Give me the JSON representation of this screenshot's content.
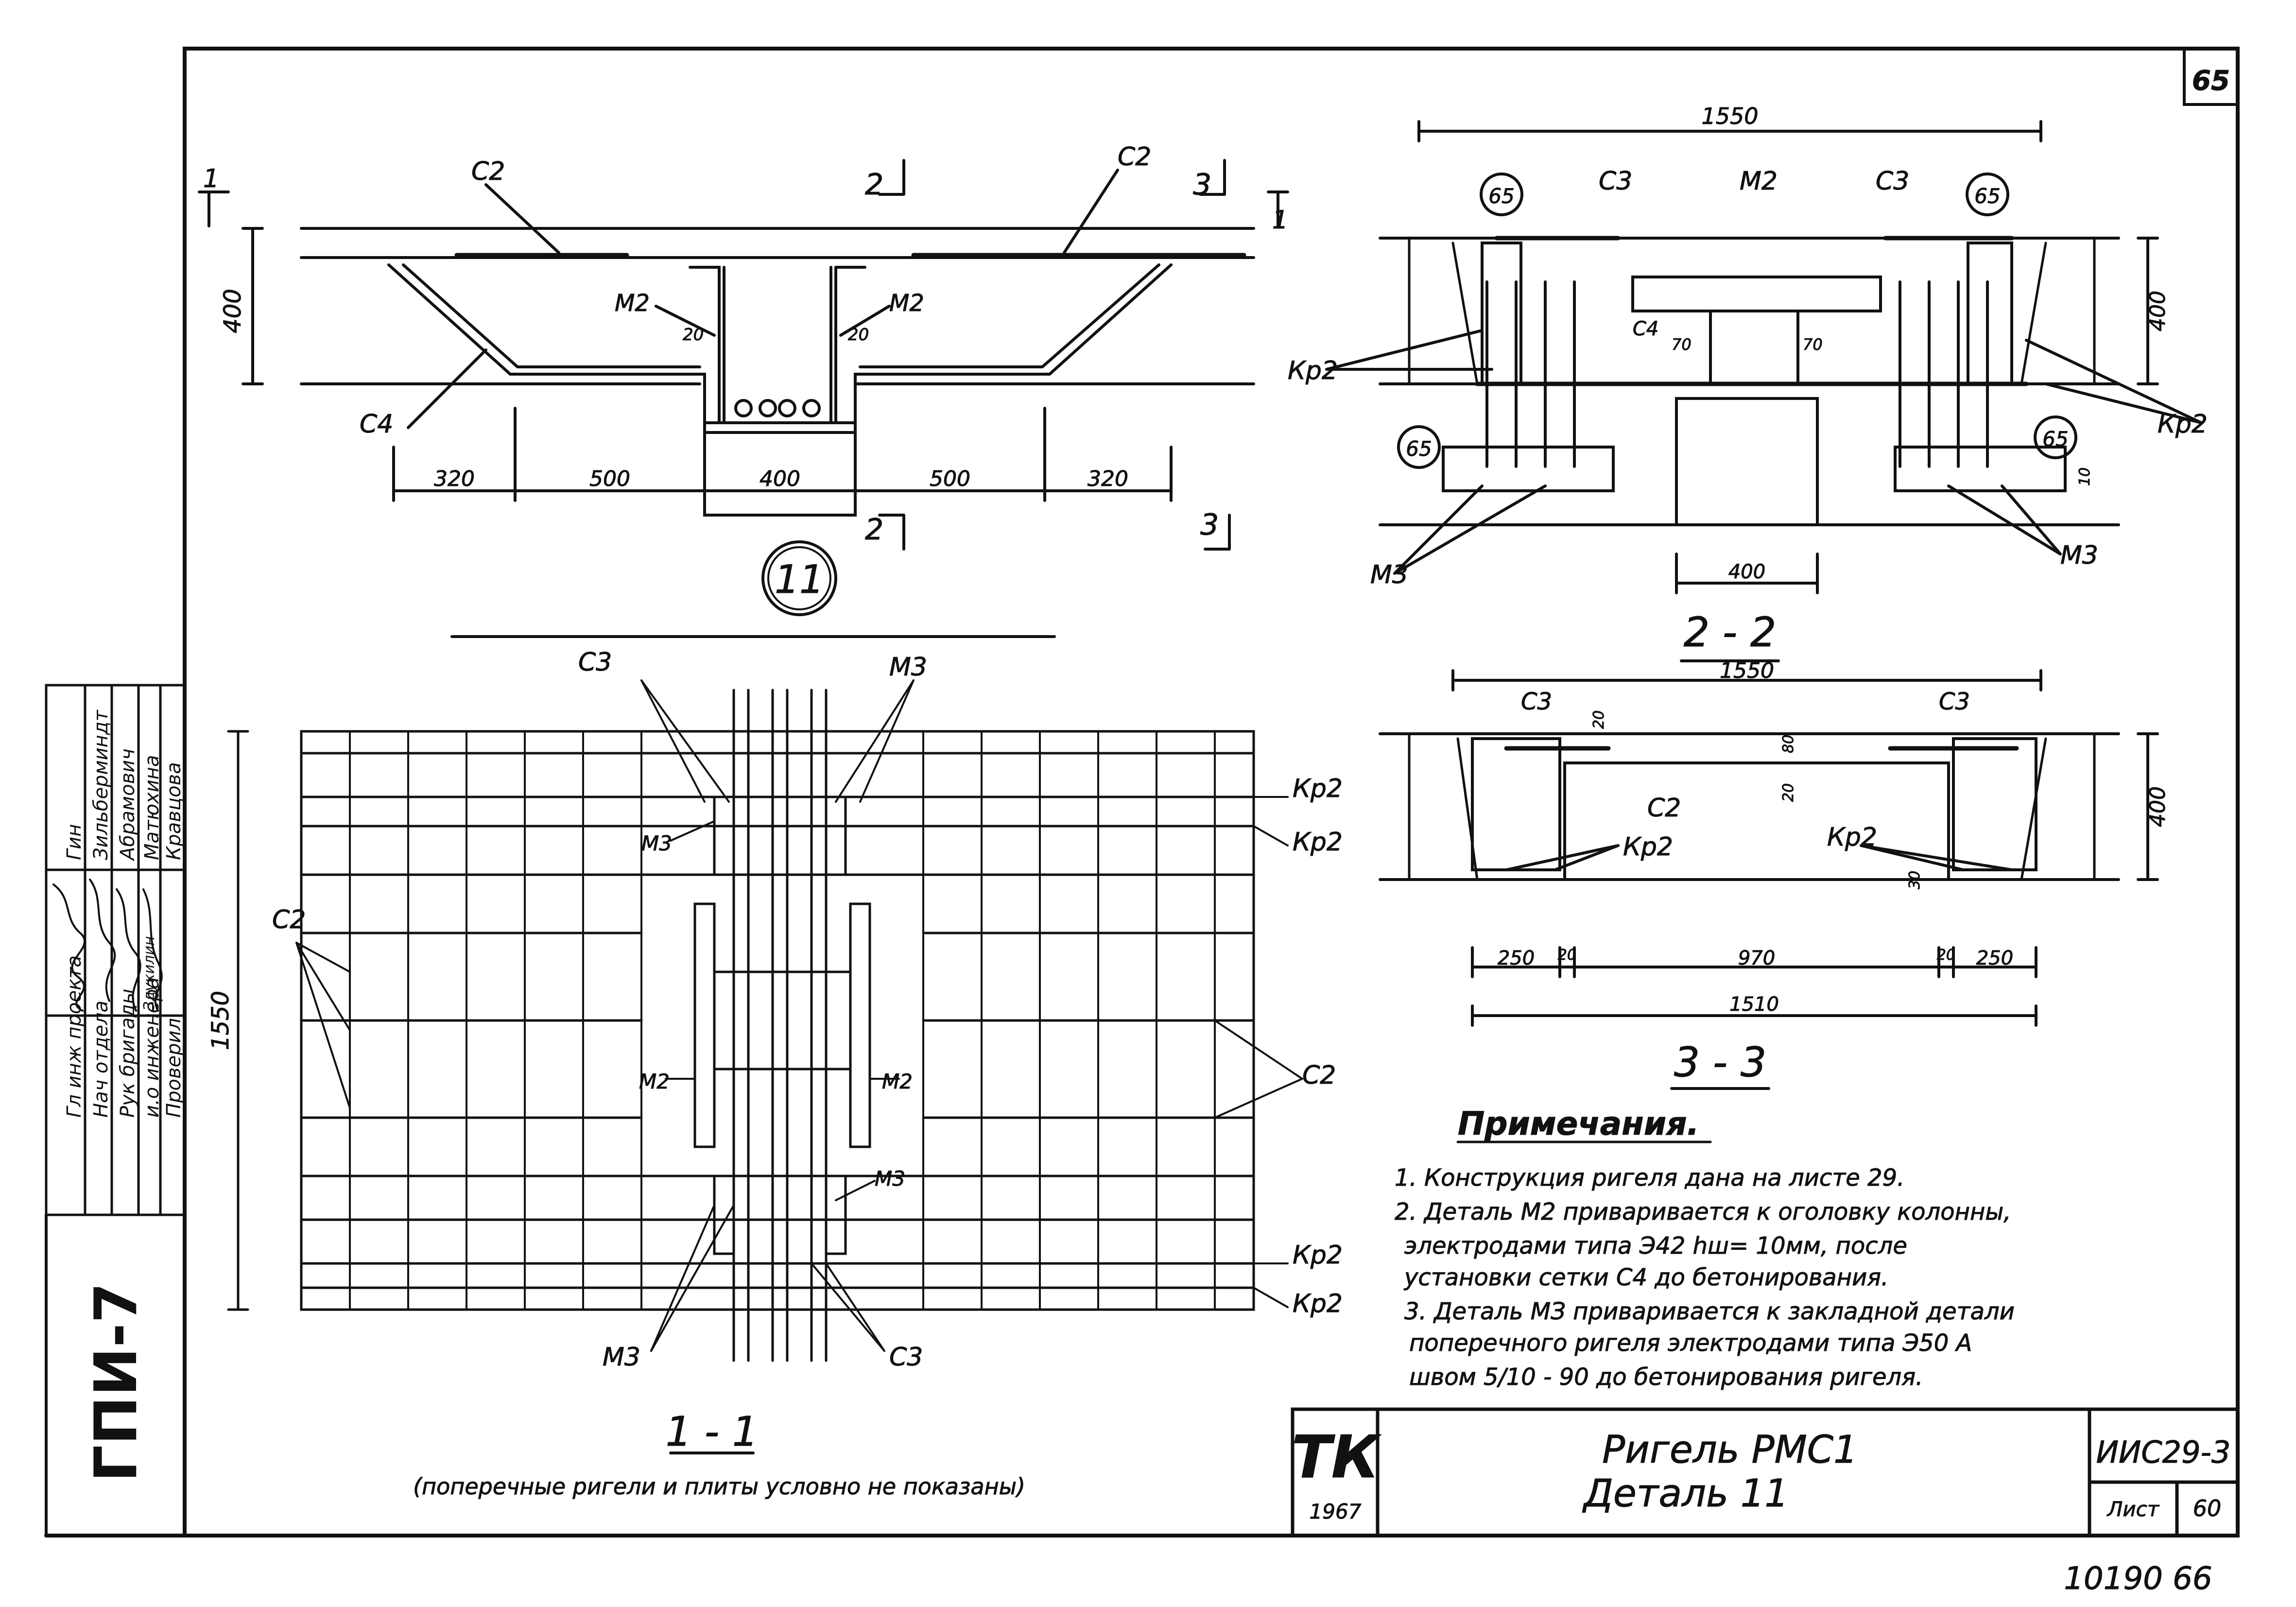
{
  "sheet": {
    "corner_number": "65",
    "bottom_numbers": "10190   66",
    "side_stamp": "ГПИ-7"
  },
  "side_table": {
    "rows": [
      {
        "role": "Гл инж проекта",
        "name": "Зильберминдт",
        "sign": "Гин"
      },
      {
        "role": "Нач отдела",
        "name": "Абрамович",
        "sign": ""
      },
      {
        "role": "Рук бригады",
        "name": "Матюхина",
        "sign": ""
      },
      {
        "role": "и.о инженера",
        "name": "Кравцова",
        "sign": "Здукилин"
      },
      {
        "role": "Проверил",
        "name": "",
        "sign": ""
      }
    ]
  },
  "detail11": {
    "marker": "11",
    "labels": {
      "c2_left": "С2",
      "c2_right": "С2",
      "c4": "С4",
      "m2_left": "М2",
      "m2_right": "М2",
      "d20_left": "20",
      "d20_right": "20"
    },
    "section_marks": {
      "s1": "1",
      "s2": "2",
      "s3": "3",
      "s1r": "1",
      "s2b": "2",
      "s3b": "3"
    },
    "dims": {
      "height": "400",
      "d1": "320",
      "d2": "500",
      "d3": "400",
      "d4": "500",
      "d5": "320"
    }
  },
  "section22": {
    "title": "2 - 2",
    "labels": {
      "c3_l": "С3",
      "m2": "М2",
      "c3_r": "С3",
      "c4": "С4",
      "kp2_l": "Кр2",
      "kp2_r": "Кр2",
      "m3_l": "М3",
      "m3_r": "М3",
      "n70a": "70",
      "n70b": "70",
      "n10": "10"
    },
    "circles": [
      "65",
      "65",
      "65",
      "65"
    ],
    "dims": {
      "width": "1550",
      "height": "400",
      "bottom": "400"
    }
  },
  "section33": {
    "title": "3 - 3",
    "labels": {
      "c3_l": "С3",
      "c3_r": "С3",
      "c2": "С2",
      "kp2_l": "Кр2",
      "kp2_r": "Кр2",
      "n20a": "20",
      "n80": "80",
      "n20b": "20",
      "n30": "30"
    },
    "dims": {
      "width": "1550",
      "height": "400",
      "d1": "250",
      "d2": "20",
      "d3": "970",
      "d4": "20",
      "d5": "250",
      "total": "1510"
    }
  },
  "section11": {
    "title": "1 - 1",
    "caption": "(поперечные ригели и плиты условно не показаны)",
    "labels": {
      "c3_top": "С3",
      "m3_top": "М3",
      "m3_l1": "М3",
      "kp2_1": "Кр2",
      "kp2_2": "Кр2",
      "c2_left": "С2",
      "m2_left": "М2",
      "m2_right": "М2",
      "c2_right": "С2",
      "m3_r2": "М3",
      "kp2_3": "Кр2",
      "kp2_4": "Кр2",
      "m3_bottom": "М3",
      "c3_bottom": "С3"
    },
    "dims": {
      "height": "1550"
    }
  },
  "notes": {
    "title": "Примечания.",
    "items": [
      "1. Конструкция   ригеля   дана  на  листе  29.",
      "2. Деталь   М2  приваривается   к оголовку  колонны,",
      "электродами   типа  Э42  hш= 10мм,   после",
      "установки   сетки  С4 до  бетонирования.",
      "3. Деталь  МЗ  приваривается   к закладной  детали",
      "поперечного   ригеля   электродами  типа  Э50 А",
      "швом  5/10 - 90  до бетонирования ригеля."
    ]
  },
  "title_block": {
    "org": "ТК",
    "year": "1967",
    "title_line1": "Ригель   РМС1",
    "title_line2": "Деталь  11",
    "code": "ИИС29-3",
    "sheet_label": "Лист",
    "sheet_no": "60"
  }
}
